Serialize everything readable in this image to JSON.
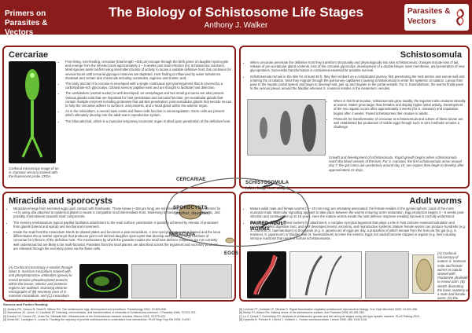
{
  "header": {
    "series": "Primers on Parasites & Vectors",
    "title": "The Biology of Schistosome Life Stages",
    "author": "Anthony J. Walker",
    "logo_text": "Parasites & Vectors"
  },
  "cercariae": {
    "title": "Cercariae",
    "bullets": [
      "Free-living, non-feeding, cercariae (total length ~325 μm) escape through the birth pores of daughter sporocysts and emerge from the infected snail approximately 4 – 5 weeks post snail infection (for Schistosoma mansoni). Most species swim tail-first using intermittent bursts of activity to locate a suitable definitive host; this continues for several hours until cercarial glycogen reserves are depleted. Host finding is influenced by water turbulence, shadows and certain skin chemicals including ceramides, arginine and linoleic acid.",
      "The body and tail of a cercaria is enveloped with a single continuous syncytial tegument that is covered by a carbohydrate-rich glycocalyx. Ciliated sensory papillae exist and are thought to facilitate host detection.",
      "The acetabulum (ventral sucker) is well developed; an oesophagus and two small gut caeca are also present. Various glands exist that are important for host penetration and cercarial function: pre-acetabular glands that contain multiple enzymes including proteases that aid skin penetration; post-acetabular glands that secrete mucus to help the cercariae adhere to surfaces, and possess, and a head gland within the anterior organ.",
      "As in the miracidium, a neural mass exists and flame-cells function in osmoregulation. Germ cells are present which ultimately develop into the adult worm reproductive system.",
      "The bifurcated tail, which is a muscular temporary locomotor organ is shed upon penetration of the definitive host."
    ],
    "caption": "Confocal microscopy image of an S. mansoni cercaria stained with the fluorescent probe CFDA."
  },
  "schistosomula": {
    "title": "Schistosomula",
    "bullets": [
      "When cercariae penetrate the definitive host they transform structurally and physiologically into skin schistosomula; changes include loss of tail, release of pre-acetabular gland contents, loss of the cercarial glycocalyx, development of a double bilayer outer membrane, and penetration of new glycoproteins. Successful transformation is considered essential for parasite survival.",
      "Schistosomula remain in the skin for at least 48 h; they then embark on a complicated journey, first penetrating the host dermis and venule wall and entering the circulation. Next they migrate through the pulmonary capillaries (causing schistosomula) to enter the systemic circulation. Larvae then pass to the hepatic portal system and begin to develop host, pair up and migrate to the portal vessels. For S. haematobium, the worms finally pass to the venous plexus around the bladder whereas S. mansoni resides in the mesenteric venules.",
      "When in this final location, schistosomula grow rapidly; the tegument also matures laterally at worms. Males grow larger than females and display higher initial activity. Development of the sex organs occurs after approximately 3 weeks (for S. mansoni) and copulation begins after 4 weeks. Paired schistosomes then mature in adults.",
      "Protocols for transformation of cercariae to schistosomula and culture of these larvae are well established but production of viable eggs through such in vitro methods remains a challenge."
    ],
    "caption": "Growth and development of schistosomula. Rapid growth begins when schistosomula reach the blood vessels of the liver. For S. mansoni, the first schistosomula arrive around day 7; the gut caeca join posteriorly around day 15; sex organs then begin to develop after approximately 21 days."
  },
  "miracidia": {
    "title": "Miracidia and sporocysts",
    "bullets": [
      "Miracidia emerge from excreted eggs upon contact with freshwater. These larvae (~150 μm long) are non-feeding and swim rapidly (2mm/s for ~4 h) using cilia attached to epidermal plates to locate a compatible snail intermediate host. Swimming behaviour is positively phototactic, and possibly chemokinetic towards snail components.",
      "The sensory terebratorium (apical papilla) facilitates attachment to the snail surface; penetration is possibly achieved by release of proteases from glands (lateral and apical) and mechanical movement.",
      "Inside the snail host the miracidium sheds its ciliated plates and becomes a post-miracidium. A new syncytial tegument is formed and the larva differentiates into a mother sporocyst that produces germ-cell derived daughter sporocysts that develop and produce large numbers of cercariae for infection of the definitive host. The mechanisms by which the parasite evades the snail host defence response are not currently well understood but are likely to be multi-factorial. Parasites from the snail planms are absorbed across the tegument and excretory products are released through the excretory pores via the flame cells."
    ],
    "caption": "(A) Confocal microscopy z-section through intact S. mansoni miracidium stained with anti-phosphotyrosine antibodies (green) to reveal tyrosine phosphorylated proteins within the larvae; anterior and posterior regions are outlined. Scanning electron micrographs of (B) secretory pore of S. mansoni miracidium, and (C) miracidium transforming into a mother sporocyst."
  },
  "adult": {
    "title": "Adult worms",
    "bullets": [
      "Mature adult male and female worms (7 – 20 mm long) are intimately associated: the female resides in the gynaecophoric canal of the more muscular male. Molecular signalling appears to take place between the worms ensuring worm maturation. Egg production begins 4 – 6 weeks post-infection and continues for up to 15 years. Here the mature worms evade the host defence response residing survival is not fully understood.",
      "Worms possess two terminal suckers for attachment, a complex syncytial tegument that plays a role in host immune evasion/modulation and excretion, a blind digestive tract, and well developed neural, excretory, and reproductive systems. Mature female worms can produce hundreds (e.g. S. mansoni, S. haematobium) to thousands (e.g. S. japonicum) of eggs per day, a proportion of which escape from the host via the gut (e.g. S. mansoni, S. japonicum) or bladder wall (S. haematobium) to enter the exterior. Eggs not voided become trapped in organs (e.g. liver) causing immune reactions that result in human schistosomiasis."
    ],
    "caption": "(A) Confocal microscopy of mature S. mansoni male and female worms in copula stained with rhodamine phalloidin to reveal actin. (B) sketch illustrating the basic anatomy of a male and female worm, (C) the tegument surface, and (D) S. mansoni egg containing a miracidium."
  },
  "cycle": {
    "cercariae": "CERCARIAE",
    "sporocysts": "SPOROCYSTS",
    "sporocysts_sub": "(mother, daughter)",
    "miracidia": "MIRACIDIA",
    "eggs": "EGGS",
    "schistosomula": "SCHISTOSOMULA",
    "schistosomula_sub": "(skin, lung, liver stage)",
    "adult": "PAIRED ADULT WORMS"
  },
  "refs": {
    "head": "Sources and Further Reading:",
    "left": [
      "[1] Jenkins RS, Hamon R, Stahl R, Wilson RA. The schistosome egg: development and secretions. Parasitology 2001; 22:529-536.",
      "[2] Samuelson JC, Quinn JJ, Caulfield JP. Hatching, chemokinesis, and transformation of miracidia of Schistosoma mansoni. J Parasitol 1984; 70:321-331.",
      "[3] Dorsey CH, Cousin CE, Lewis FA, Stirewalt MA. Ultrastructure of the Schistosoma mansoni cercaria. Micron 2002; 33:279-323.",
      "[4] Jenks MC, Lavington S, Lucas A. Tracking the odyssey of juvenile schistosomes to understand host interactions. PLoS Negl Trop Dis 2008; 2:e257."
    ],
    "right": [
      "[5] LoVerde PT, Andrade LF, Oliveira G. Signal transduction regulates schistosome reproductive biology. Curr Opin Microbiol 2009; 12:422-428.",
      "[6] Skelly PJ, Wilson RA. Making sense of the schistosome surface. Adv Parasitol 2006; 63:185-284.",
      "[7] Lu Z, Quack T, Grevelding CG. Analysis of schistosome gonads and the cell cycle stages using cell type specific markers. PLoS Pathog 2012.",
      "[8] Gryseels B, Polman K, Clerinx J, Kestens L. Human schistosomiasis. Lancet 2006; 368: 1106-1118."
    ]
  },
  "colors": {
    "brand": "#8a1c1c",
    "panel_border": "#8a1c1c",
    "fluorescent": "#6fd13a"
  }
}
